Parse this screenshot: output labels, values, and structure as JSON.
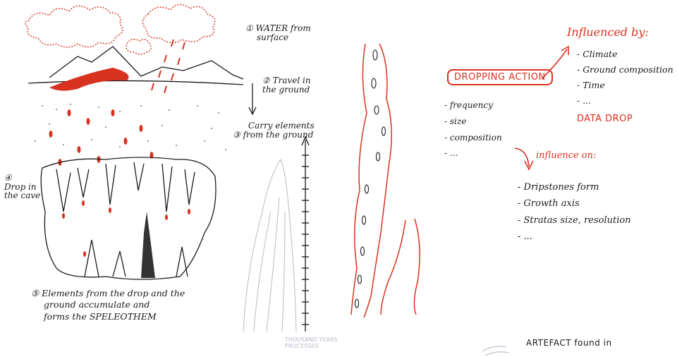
{
  "steps": {
    "s1": "① WATER from surface",
    "s1a": "① WATER from",
    "s1b": "surface",
    "s2a": "② Travel in",
    "s2b": "the ground",
    "s3a": "Carry elements",
    "s3b": "③ from the ground",
    "s4a": "④",
    "s4b": "Drop in",
    "s4c": "the cave",
    "s5a": "⑤ Elements from the drop and the",
    "s5b": "ground accumulate and",
    "s5c": "forms the SPELEOTHEM"
  },
  "timeline_label_a": "THOUSAND YEARS",
  "timeline_label_b": "PROCESSES",
  "center": {
    "dropping_action": "DROPPING ACTION",
    "props": [
      "- frequency",
      "- size",
      "- composition",
      "- ..."
    ],
    "influenced_by": "Influenced by:",
    "factors": [
      "- Climate",
      "- Ground composition",
      "- Time",
      "- ..."
    ],
    "data_drop": "DATA DROP",
    "influence_on": "influence on:",
    "effects": [
      "- Dripstones form",
      "- Growth axis",
      "- Stratas size, resolution",
      "- ..."
    ],
    "artefact": "ARTEFACT found in"
  },
  "colors": {
    "accent": "#d8311f",
    "ink": "#1a1a1a"
  }
}
